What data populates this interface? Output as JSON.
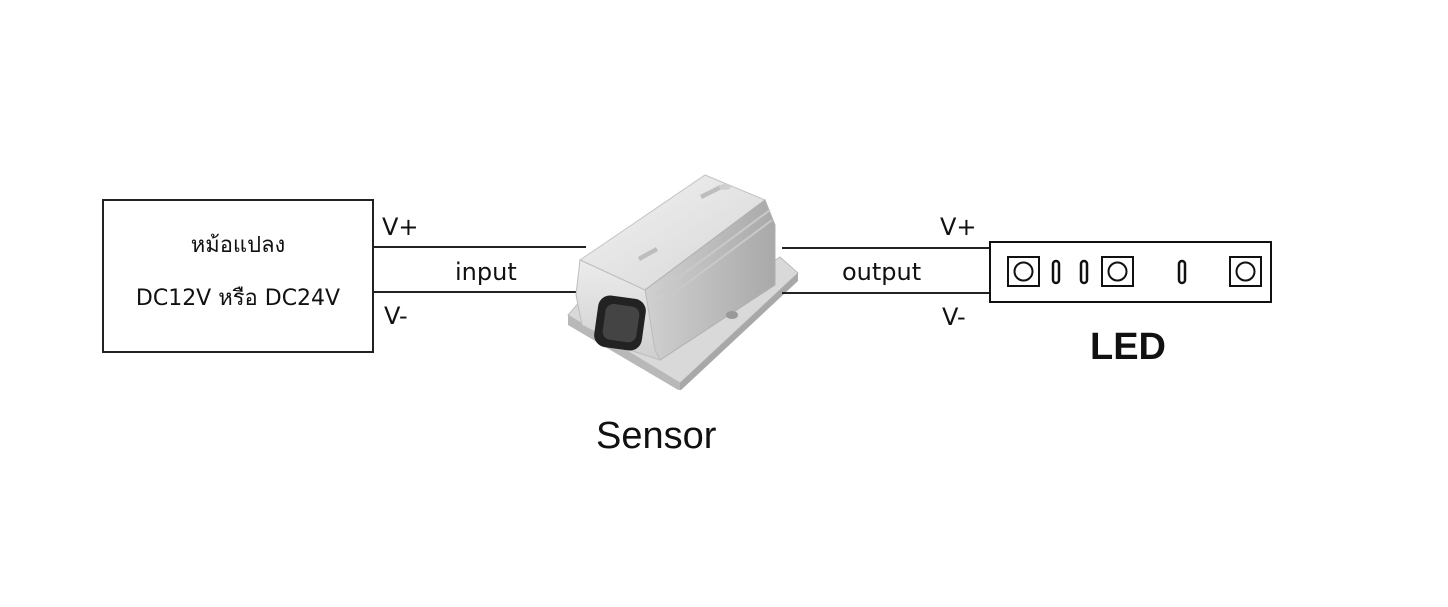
{
  "diagram": {
    "power_supply": {
      "line1": "หม้อแปลง",
      "line2": "DC12V หรือ DC24V"
    },
    "input_side": {
      "v_plus": "V+",
      "v_minus": "V-",
      "label": "input"
    },
    "output_side": {
      "v_plus": "V+",
      "v_minus": "V-",
      "label": "output"
    },
    "sensor": {
      "label": "Sensor"
    },
    "led": {
      "label": "LED"
    },
    "colors": {
      "line": "#222222",
      "sensor_body": "#e4e4e4",
      "sensor_shadow": "#b9b9b9",
      "background": "#ffffff"
    }
  }
}
